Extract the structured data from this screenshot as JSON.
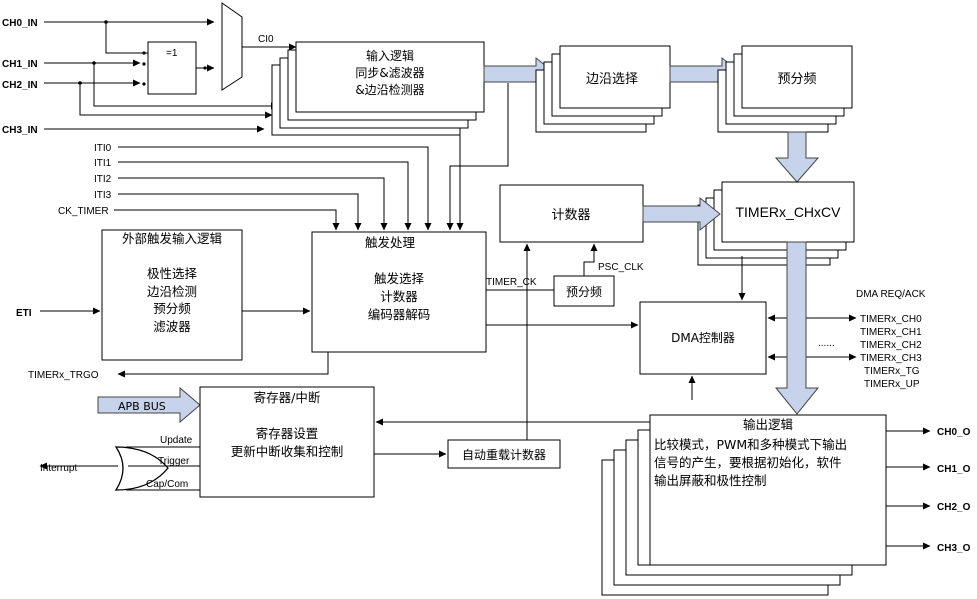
{
  "inputs": {
    "ch0": "CH0_IN",
    "ch1": "CH1_IN",
    "ch2": "CH2_IN",
    "ch3": "CH3_IN",
    "iti0": "ITI0",
    "iti1": "ITI1",
    "iti2": "ITI2",
    "iti3": "ITI3",
    "ck_timer": "CK_TIMER",
    "eti": "ETI"
  },
  "xor_label": "=1",
  "ci0": "CI0",
  "input_logic": [
    "输入逻辑",
    "同步&滤波器",
    "&边沿检测器"
  ],
  "edge_select": "边沿选择",
  "prescaler_top": "预分频",
  "chxcv": "TIMERx_CHxCV",
  "counter": "计数器",
  "timer_ck": "TIMER_CK",
  "psc_clk": "PSC_CLK",
  "prescaler_mid": "预分频",
  "ext_trigger": [
    "外部触发输入逻辑",
    "极性选择",
    "边沿检测",
    "预分频",
    "滤波器"
  ],
  "trigger": [
    "触发处理",
    "触发选择",
    "计数器",
    "编码器解码"
  ],
  "trgo": "TIMERx_TRGO",
  "dma": {
    "title": "DMA控制器",
    "req": "DMA REQ/ACK",
    "ellipsis": "......",
    "signals": [
      "TIMERx_CH0",
      "TIMERx_CH1",
      "TIMERx_CH2",
      "TIMERx_CH3",
      "TIMERx_TG",
      "TIMERx_UP"
    ]
  },
  "apb": "APB BUS",
  "reg": [
    "寄存器/中断",
    "寄存器设置",
    "更新中断收集和控制"
  ],
  "reg_signals": [
    "Update",
    "Trigger",
    "Cap/Com"
  ],
  "interrupt": "Interrupt",
  "autoreload": "自动重载计数器",
  "output_logic": [
    "输出逻辑",
    "比较模式，PWM和多种模式下输出",
    "信号的产生，要根据初始化，软件",
    "输出屏蔽和极性控制"
  ],
  "outputs": [
    "CH0_O",
    "CH1_O",
    "CH2_O",
    "CH3_O"
  ]
}
